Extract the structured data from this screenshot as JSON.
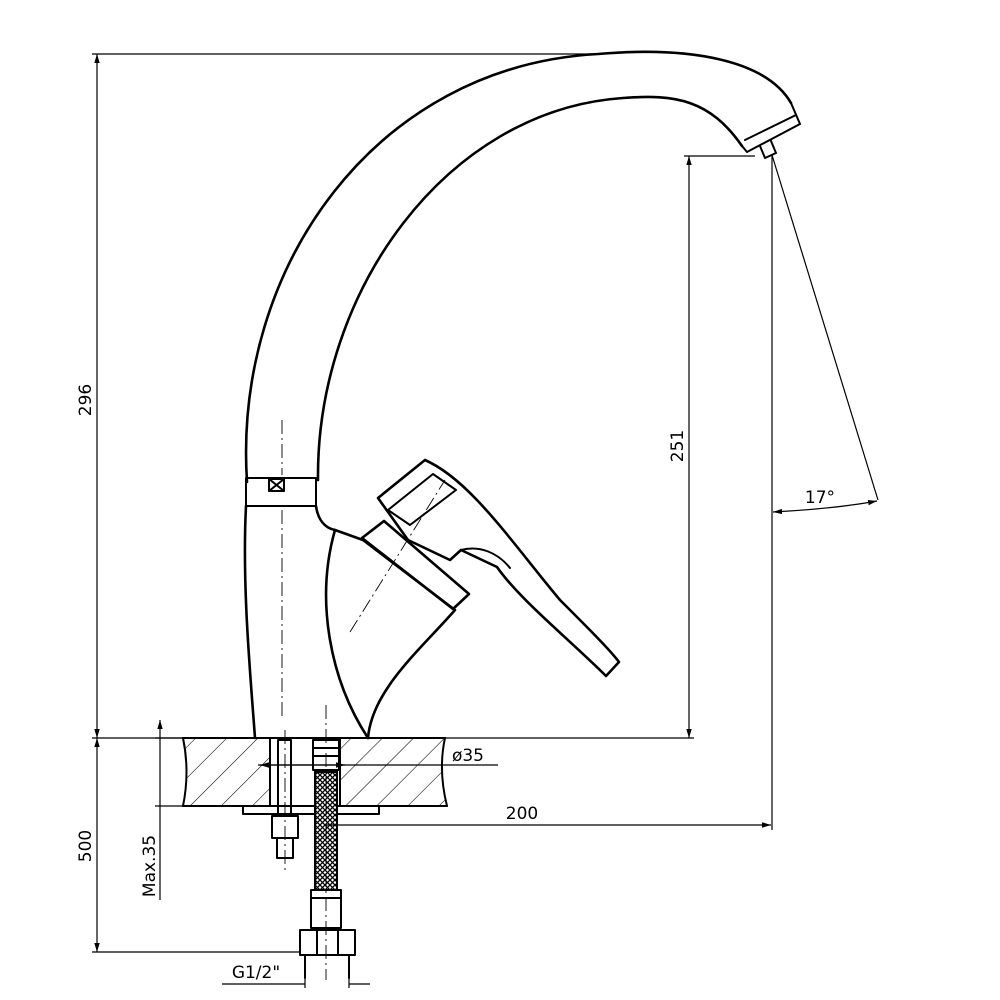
{
  "dimensions": {
    "total_height": "296",
    "spout_height": "251",
    "spout_reach": "200",
    "angle": "17°",
    "hole_diameter": "ø35",
    "deck_thickness": "Max.35",
    "hose_length": "500",
    "thread": "G1/2\""
  }
}
